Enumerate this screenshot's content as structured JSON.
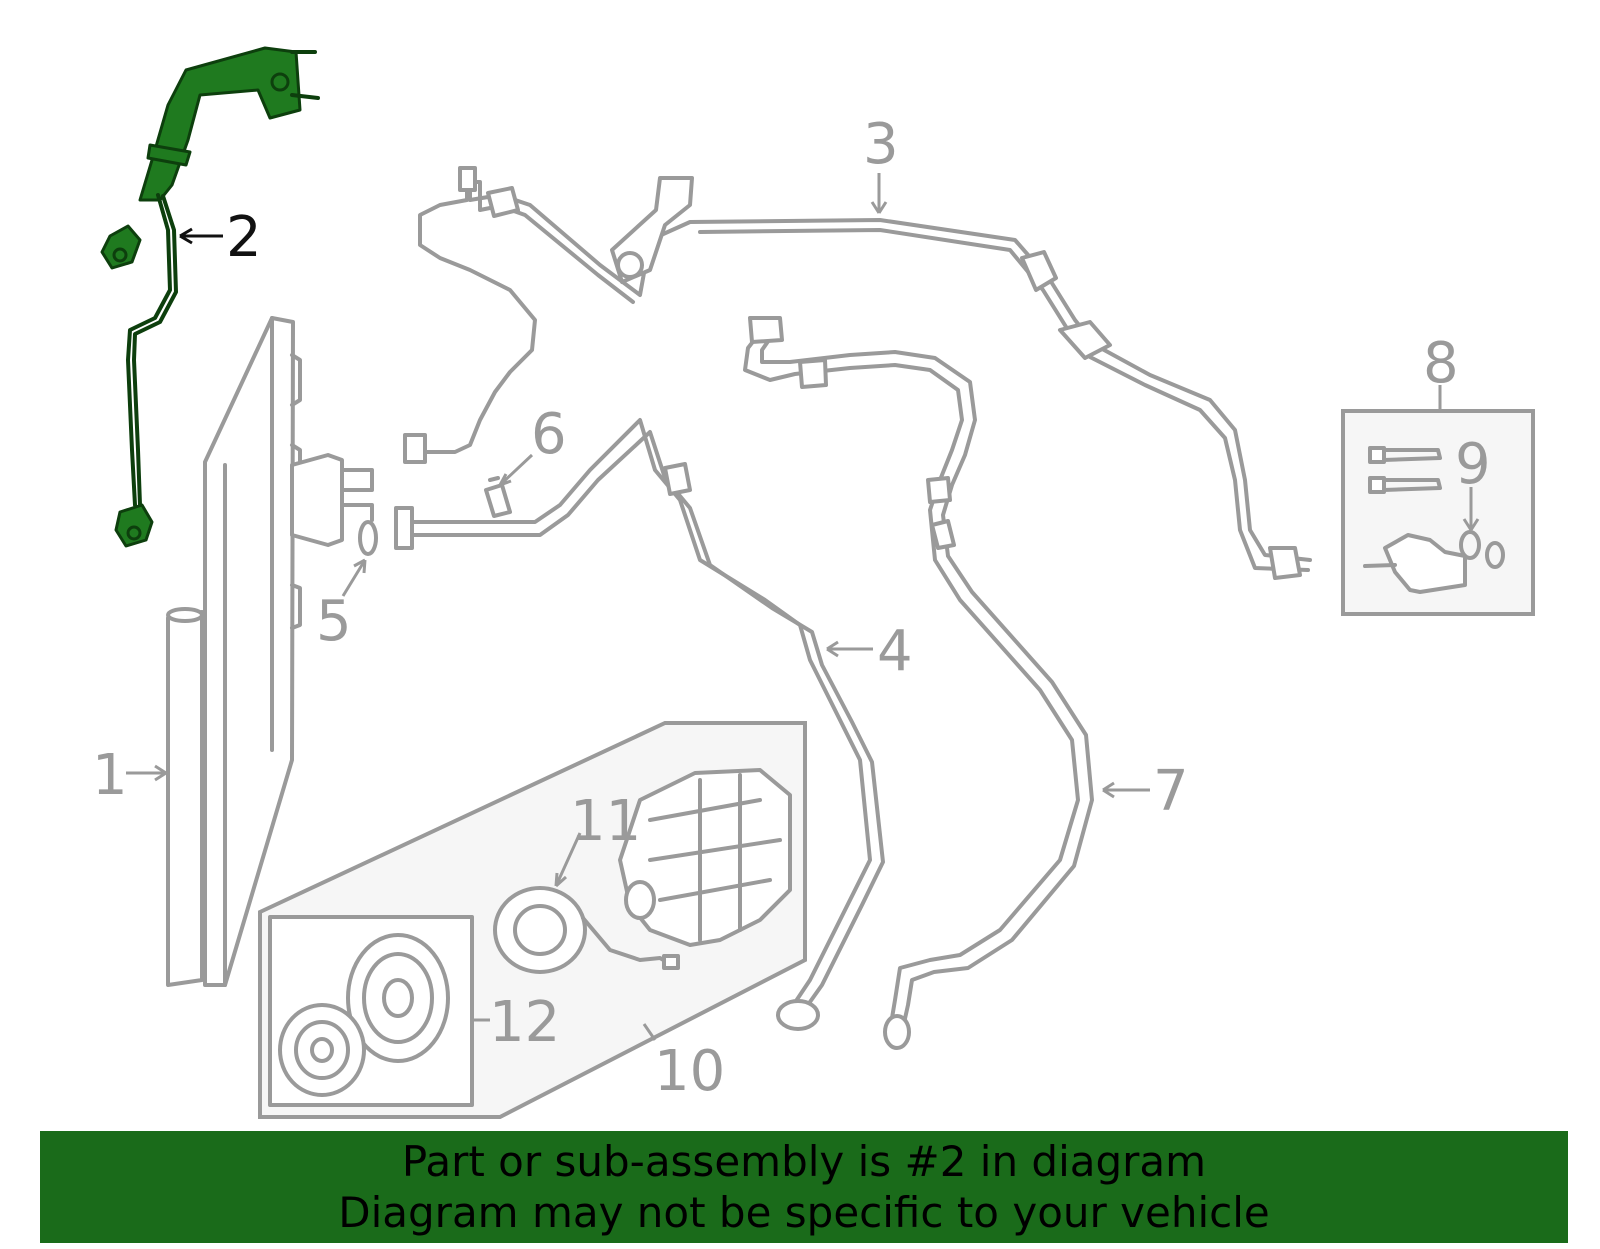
{
  "callouts": {
    "c1": "1",
    "c2": "2",
    "c3": "3",
    "c4": "4",
    "c5": "5",
    "c6": "6",
    "c7": "7",
    "c8": "8",
    "c9": "9",
    "c10": "10",
    "c11": "11",
    "c12": "12"
  },
  "highlight": {
    "part": "2",
    "color": "#1f7a1f"
  },
  "banner": {
    "line1": "Part or sub-assembly is #2 in diagram",
    "line2": "Diagram may not be specific to your vehicle",
    "background": "#1a6b1a"
  }
}
